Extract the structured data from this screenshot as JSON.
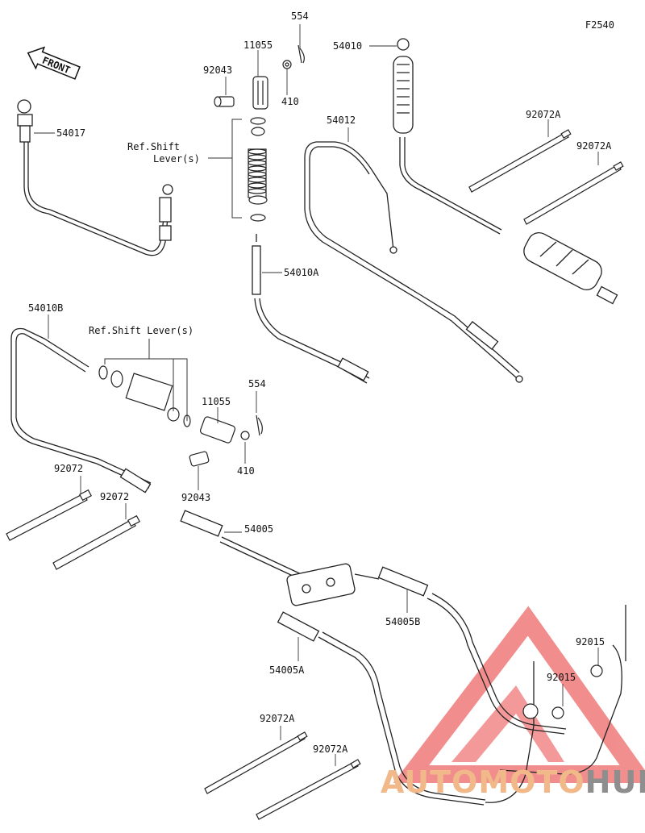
{
  "figure_code": "F2540",
  "front_label": "FRONT",
  "watermark": {
    "part1": "AUTOMOTO",
    "part2": "HUB",
    "color1": "#f1b98a",
    "color2": "#8e8e8e",
    "triangle_color": "#ef7a7a"
  },
  "labels": {
    "p554_top": "554",
    "p11055_top": "11055",
    "p92043_top": "92043",
    "p410_top": "410",
    "p54010": "54010",
    "p54017": "54017",
    "ref_shift_top_1": "Ref.Shift",
    "ref_shift_top_2": "Lever(s)",
    "p54012": "54012",
    "p92072A_1": "92072A",
    "p92072A_2": "92072A",
    "p54010A": "54010A",
    "p54010B": "54010B",
    "ref_shift_mid": "Ref.Shift Lever(s)",
    "p554_mid": "554",
    "p11055_mid": "11055",
    "p410_mid": "410",
    "p92043_mid": "92043",
    "p92072_1": "92072",
    "p92072_2": "92072",
    "p54005": "54005",
    "p54005B": "54005B",
    "p54005A": "54005A",
    "p92015_1": "92015",
    "p92015_2": "92015",
    "p92072A_3": "92072A",
    "p92072A_4": "92072A"
  }
}
